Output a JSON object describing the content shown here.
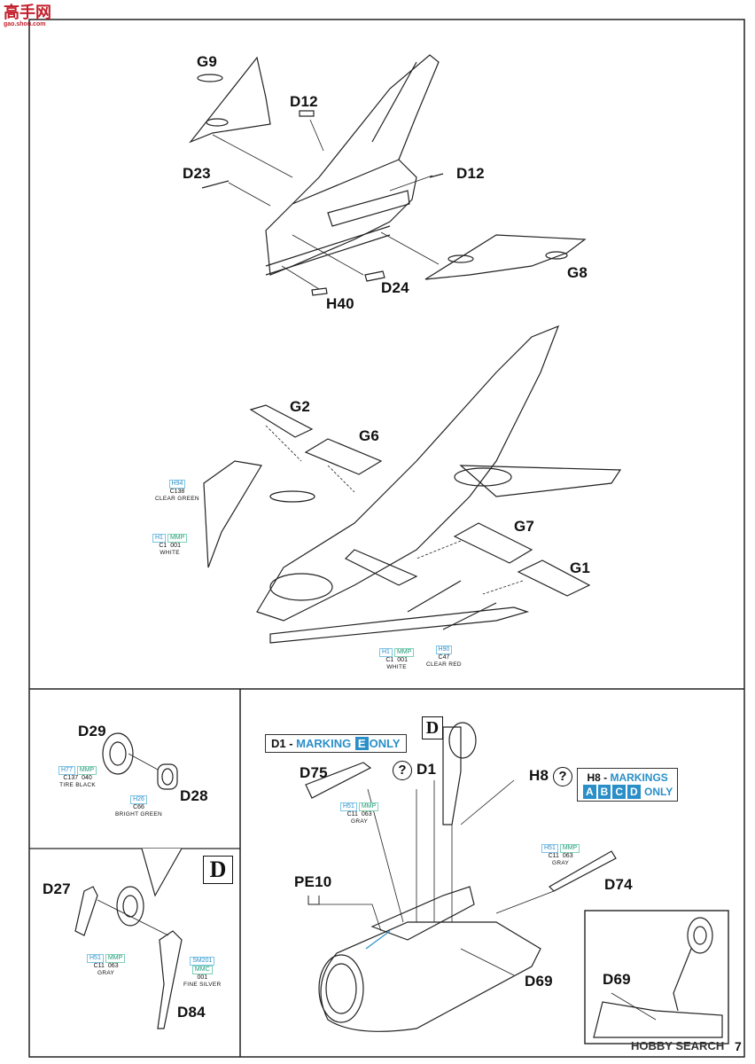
{
  "watermark_top": {
    "brand": "高手网",
    "url": "gao.shou.com"
  },
  "watermark_bottom": "HOBBY SEARCH",
  "page_number": "7",
  "top_parts": {
    "g9": "G9",
    "d12a": "D12",
    "d23": "D23",
    "d12b": "D12",
    "g8": "G8",
    "d24": "D24",
    "h40": "H40"
  },
  "mid_parts": {
    "g2": "G2",
    "g6": "G6",
    "g7": "G7",
    "g1": "G1"
  },
  "mid_colors": {
    "c138": {
      "h": "H94",
      "c": "C138",
      "name": "CLEAR GREEN"
    },
    "white1": {
      "h": "H1",
      "m": "MMP",
      "c": "C1",
      "n": "001",
      "name": "WHITE"
    },
    "white2": {
      "h": "H1",
      "m": "MMP",
      "c": "C1",
      "n": "001",
      "name": "WHITE"
    },
    "red": {
      "h": "H90",
      "c": "C47",
      "name": "CLEAR RED"
    }
  },
  "wheel_panel": {
    "d29": "D29",
    "d28": "D28",
    "tire": {
      "h": "H77",
      "m": "MMP",
      "c": "C137",
      "n": "040",
      "name": "TIRE BLACK"
    },
    "green": {
      "h": "H26",
      "c": "C66",
      "name": "BRIGHT GREEN"
    }
  },
  "strut_panel": {
    "box": "D",
    "d27": "D27",
    "d84": "D84",
    "gray": {
      "h": "H51",
      "m": "MMP",
      "c": "C11",
      "n": "063",
      "name": "GRAY"
    },
    "silver": {
      "h": "SM201",
      "m": "MMC",
      "n": "001",
      "name": "FINE SILVER"
    }
  },
  "nose_panel": {
    "marking_e": {
      "pre": "D1 - ",
      "word": "MARKING",
      "letter": "E",
      "post": "ONLY"
    },
    "box": "D",
    "d1": "D1",
    "d75": "D75",
    "h8": "H8",
    "marking_abcd": {
      "pre": "H8 - ",
      "word": "MARKINGS",
      "letters": [
        "A",
        "B",
        "C",
        "D"
      ],
      "post": "ONLY"
    },
    "pe10": "PE10",
    "d74": "D74",
    "d69a": "D69",
    "d69b": "D69",
    "gray_a": {
      "h": "H51",
      "m": "MMP",
      "c": "C11",
      "n": "063",
      "name": "GRAY"
    },
    "gray_b": {
      "h": "H51",
      "m": "MMP",
      "c": "C11",
      "n": "063",
      "name": "GRAY"
    },
    "qmark": "?"
  }
}
